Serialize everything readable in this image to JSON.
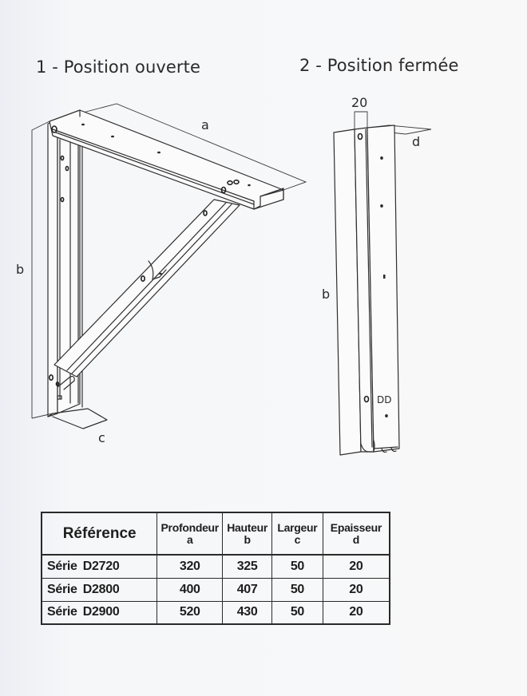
{
  "page": {
    "background": "#f7f7f9",
    "ink_color": "#2a2a2a"
  },
  "figures": [
    {
      "id": "open",
      "title": "1 - Position ouverte",
      "dimension_labels": {
        "a": "a",
        "b": "b",
        "c": "c"
      }
    },
    {
      "id": "closed",
      "title": "2 - Position fermée",
      "dimension_labels": {
        "width": "20",
        "b": "b",
        "d": "d"
      },
      "stamp_mark": "DD"
    }
  ],
  "table": {
    "headers": [
      {
        "label": "Référence",
        "sub": ""
      },
      {
        "label": "Profondeur",
        "sub": "a"
      },
      {
        "label": "Hauteur",
        "sub": "b"
      },
      {
        "label": "Largeur",
        "sub": "c"
      },
      {
        "label": "Epaisseur",
        "sub": "d"
      }
    ],
    "rows": [
      {
        "ref": "Série D2720",
        "a": "320",
        "b": "325",
        "c": "50",
        "d": "20"
      },
      {
        "ref": "Série D2800",
        "a": "400",
        "b": "407",
        "c": "50",
        "d": "20"
      },
      {
        "ref": "Série D2900",
        "a": "520",
        "b": "430",
        "c": "50",
        "d": "20"
      }
    ]
  }
}
